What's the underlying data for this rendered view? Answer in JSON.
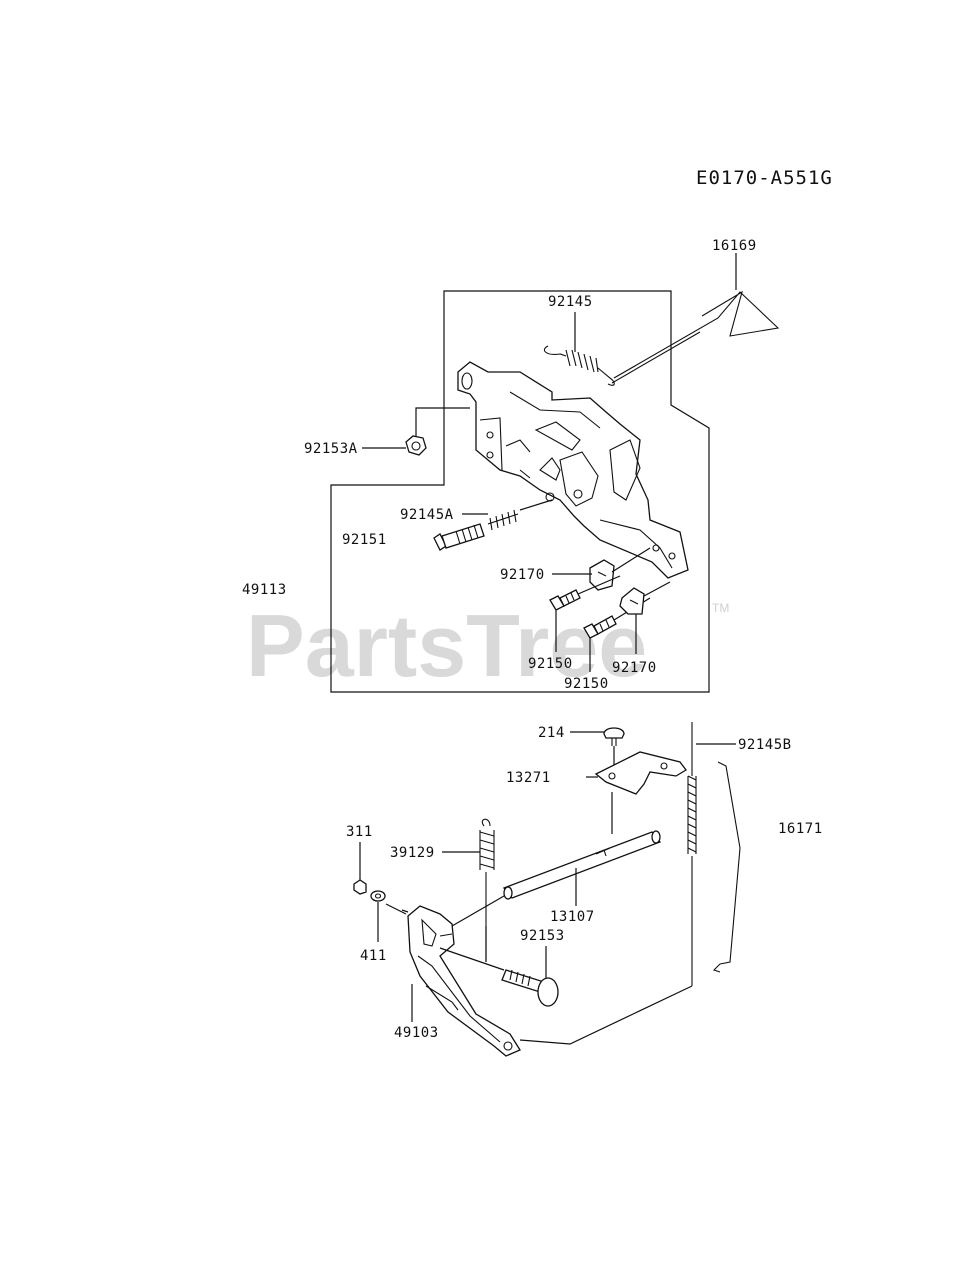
{
  "diagram_code": "E0170-A551G",
  "watermark": {
    "brand": "PartsTree",
    "trademark": "TM"
  },
  "callouts": {
    "p16169": "16169",
    "p92145": "92145",
    "p92153A": "92153A",
    "p92145A": "92145A",
    "p92151": "92151",
    "p92170a": "92170",
    "p49113": "49113",
    "p92150a": "92150",
    "p92150b": "92150",
    "p92170b": "92170",
    "p214": "214",
    "p92145B": "92145B",
    "p13271": "13271",
    "p16171": "16171",
    "p311": "311",
    "p39129": "39129",
    "p13107": "13107",
    "p92153": "92153",
    "p411": "411",
    "p49103": "49103"
  }
}
